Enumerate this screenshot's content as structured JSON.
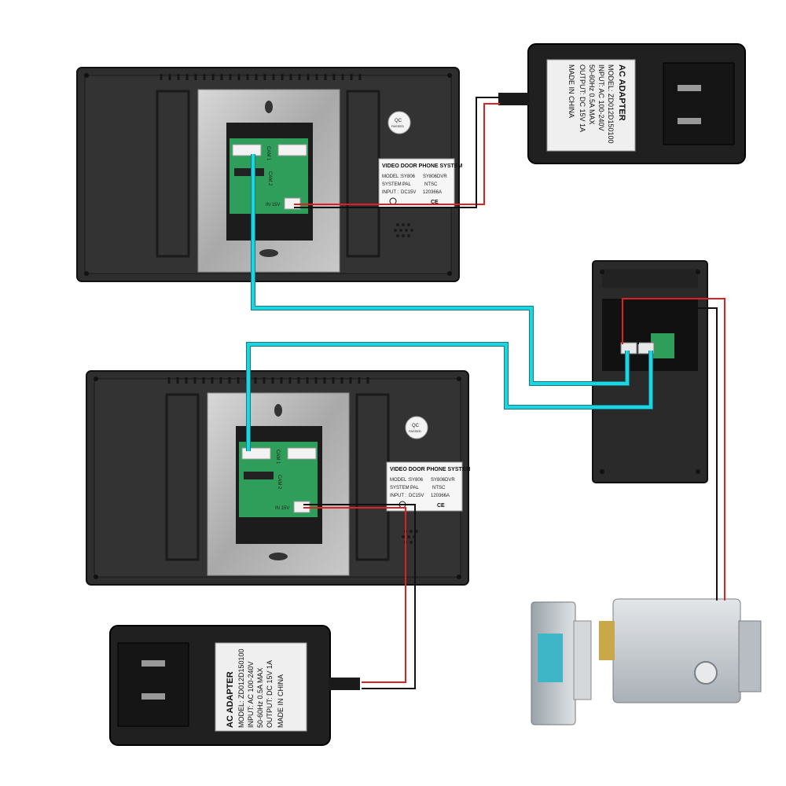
{
  "monitor_labels": {
    "cam1": "CAM 1",
    "cam2": "CAM 2",
    "power_in": "IN 15V",
    "qc": "QC",
    "qc_sub": "PASSED"
  },
  "nameplate": {
    "title": "VIDEO DOOR PHONE SYSTEM",
    "model_label": "MODEL :",
    "model_a": "SY806",
    "model_b": "SY806DVR",
    "system_label": "SYSTEM :",
    "system_a": "PAL",
    "system_b": "NTSC",
    "input_label": "INPUT :",
    "input_value": "DC15V",
    "date_code": "120366A",
    "ce": "CE"
  },
  "adapter": {
    "title": "AC ADAPTER",
    "model": "MODEL: ZD012D150100",
    "input": "INPUT: AC 100-240V",
    "freq": "50-60Hz 0.5A MAX",
    "output": "OUTPUT: DC 15V 1A",
    "origin": "MADE IN CHINA"
  },
  "colors": {
    "signal_wire": "#1ed4e0",
    "positive_wire": "#e02020",
    "negative_wire": "#111111",
    "device_body": "#2e2e2e",
    "metal_plate": "#b8b8b8",
    "pcb": "#2f9e5a",
    "lock_body": "#c8cdd2"
  }
}
